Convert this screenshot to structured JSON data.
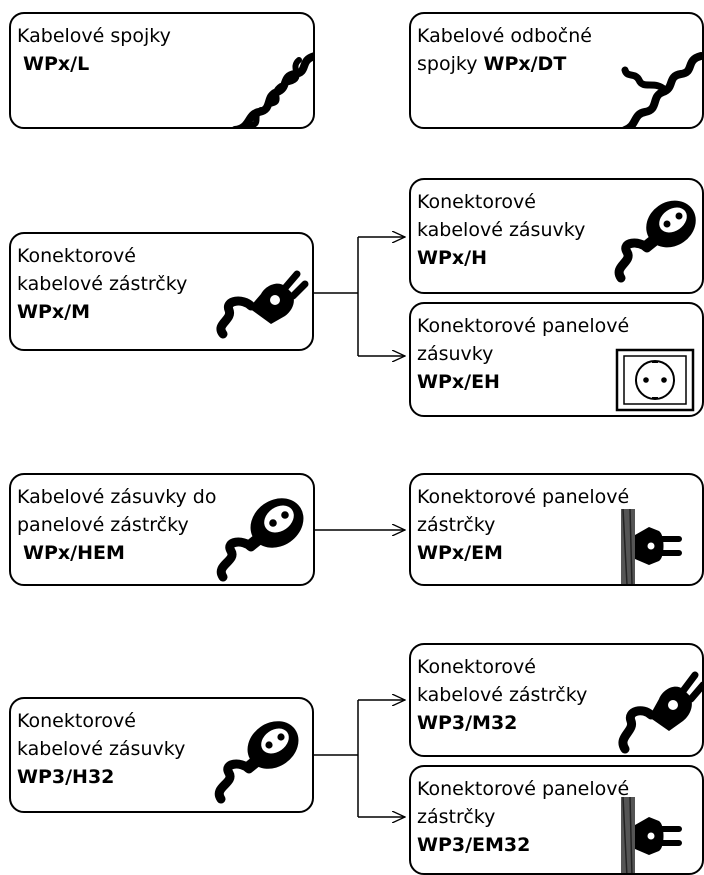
{
  "boxes": {
    "b1": {
      "l1": "Kabelové spojky",
      "code": "WPx/L",
      "icon": "cable-coil-icon"
    },
    "b2": {
      "l1": "Kabelové odbočné",
      "l2": "spojky",
      "code": "WPx/DT",
      "icon": "cable-branch-icon"
    },
    "b3": {
      "l1": "Konektorové",
      "l2": "kabelové zástrčky",
      "code": "WPx/M",
      "icon": "plug-icon"
    },
    "b4": {
      "l1": "Konektorové",
      "l2": "kabelové zásuvky",
      "code": "WPx/H",
      "icon": "socket-icon"
    },
    "b5": {
      "l1": "Konektorové panelové",
      "l2": "zásuvky",
      "code": "WPx/EH",
      "icon": "panel-socket-icon"
    },
    "b6": {
      "l1": "Kabelové zásuvky do",
      "l2": "panelové zástrčky",
      "code": "WPx/HEM",
      "icon": "socket-icon"
    },
    "b7": {
      "l1": "Konektorové panelové",
      "l2": "zástrčky",
      "code": "WPx/EM",
      "icon": "panel-plug-icon"
    },
    "b8": {
      "l1": "Konektorové",
      "l2": "kabelové zásuvky",
      "code": "WP3/H32",
      "icon": "socket-icon"
    },
    "b9": {
      "l1": "Konektorové",
      "l2": "kabelové zástrčky",
      "code": "WP3/M32",
      "icon": "plug-icon"
    },
    "b10": {
      "l1": "Konektorové panelové",
      "l2": "zástrčky",
      "code": "WP3/EM32",
      "icon": "panel-plug-icon"
    }
  }
}
